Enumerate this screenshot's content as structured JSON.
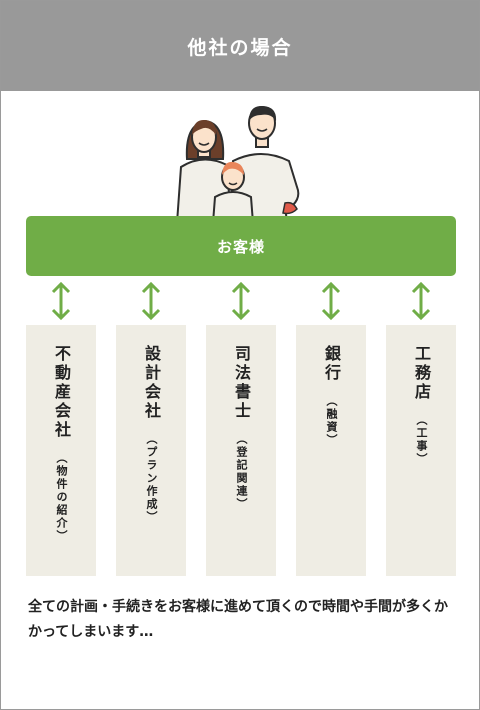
{
  "header": {
    "title": "他社の場合"
  },
  "customer": {
    "label": "お客様"
  },
  "accent_color": "#70ad47",
  "arrow_icon": "double-headed-vertical-arrow",
  "columns": [
    {
      "name": "不動産会社",
      "sub": "（物件の紹介）"
    },
    {
      "name": "設計会社",
      "sub": "（プラン作成）"
    },
    {
      "name": "司法書士",
      "sub": "（登記関連）"
    },
    {
      "name": "銀行",
      "sub": "（融資）"
    },
    {
      "name": "工務店",
      "sub": "（工事）"
    }
  ],
  "caption": "全ての計画・手続きをお客様に進めて頂くので時間や手間が多くかかってしまいます…"
}
